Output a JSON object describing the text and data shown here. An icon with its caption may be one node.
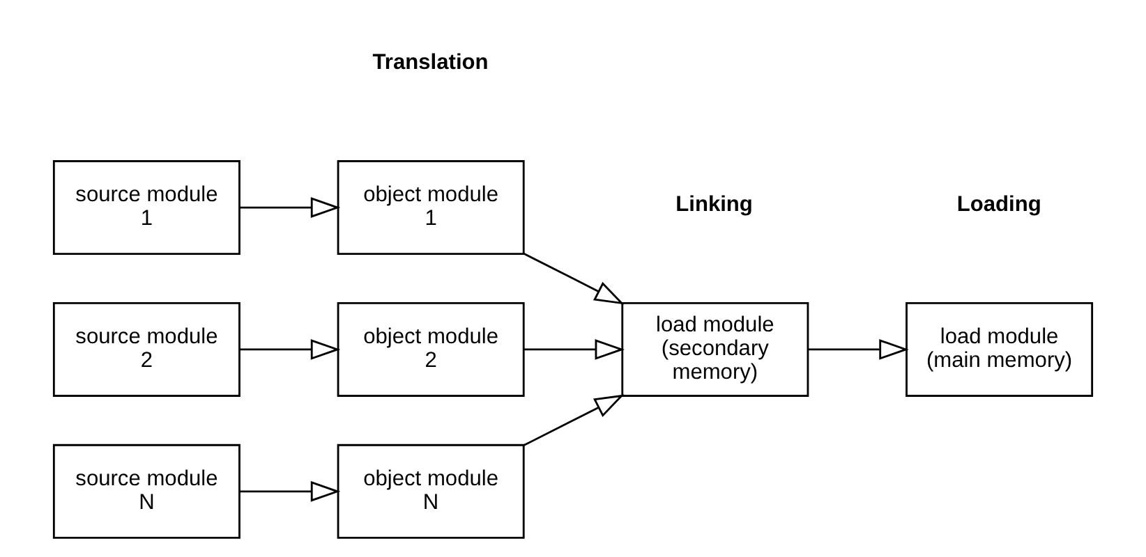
{
  "diagram": {
    "nodes": [
      {
        "text": [
          "source module 1"
        ]
      },
      {
        "text": [
          "source module 2"
        ]
      },
      {
        "text": [
          "source module N"
        ]
      },
      {
        "text": [
          "object module 1"
        ]
      },
      {
        "text": [
          "object module 2"
        ]
      },
      {
        "text": [
          "object module N"
        ]
      },
      {
        "text": [
          "load module (secondary memory)"
        ]
      },
      {
        "text": [
          "load module (main memory)"
        ]
      }
    ],
    "edges": [
      {
        "from": 0,
        "to": 3,
        "arrow": "to"
      },
      {
        "from": 1,
        "to": 4,
        "arrow": "to"
      },
      {
        "from": 2,
        "to": 5,
        "arrow": "to"
      },
      {
        "from": 3,
        "to": 6,
        "arrow": "to"
      },
      {
        "from": 4,
        "to": 6,
        "arrow": "to"
      },
      {
        "from": 5,
        "to": 6,
        "arrow": "to"
      },
      {
        "from": 6,
        "to": 7,
        "arrow": "to"
      }
    ],
    "labels": [
      "Translation",
      "Linking",
      "Loading"
    ]
  }
}
